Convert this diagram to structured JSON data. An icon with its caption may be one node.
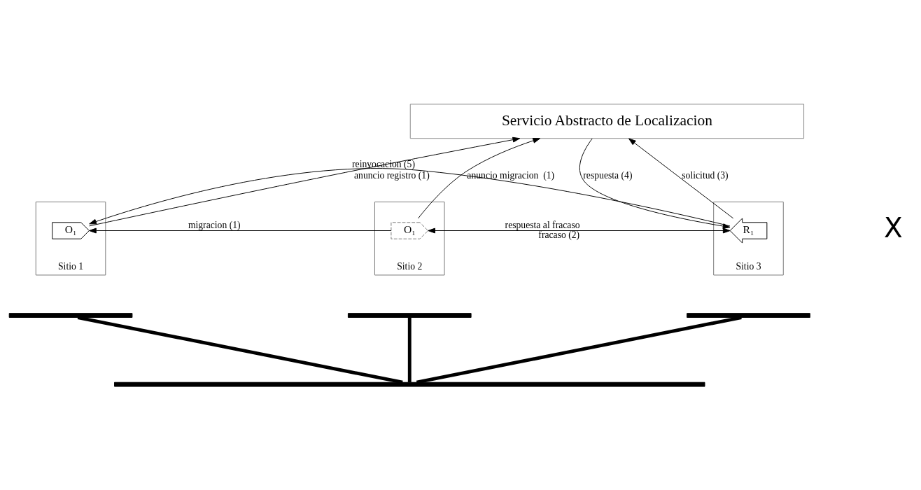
{
  "diagram": {
    "nodes": [
      {
        "text": [
          "Servicio Abstracto de Localizacion"
        ]
      },
      {
        "text": [
          "Sitio 1"
        ]
      },
      {
        "text": [
          "O₁"
        ],
        "in": 1
      },
      {
        "text": [
          "Sitio 2"
        ]
      },
      {
        "text": [
          "O₁"
        ],
        "in": 3
      },
      {
        "text": [
          "Sitio 3"
        ]
      },
      {
        "text": [
          "R₁"
        ],
        "in": 5
      },
      {
        "text": [],
        "shape": "bar"
      },
      {
        "text": [],
        "shape": "bar"
      },
      {
        "text": [],
        "shape": "bar"
      },
      {
        "text": [],
        "shape": "bar"
      }
    ],
    "edges": [
      {
        "from": 2,
        "to": 0,
        "arrow": "to",
        "label": "anuncio registro (1)"
      },
      {
        "from": 4,
        "to": 0,
        "arrow": "to",
        "label": "anuncio migracion  (1)"
      },
      {
        "from": 0,
        "to": 6,
        "arrow": "to",
        "label": "respuesta (4)"
      },
      {
        "from": 6,
        "to": 0,
        "arrow": "to",
        "label": "solicitud (3)"
      },
      {
        "from": 6,
        "to": 2,
        "arrow": "to",
        "label": "reinvocacion (5)"
      },
      {
        "from": 4,
        "to": 2,
        "arrow": "to",
        "label": "migracion (1)"
      },
      {
        "from": 6,
        "to": 4,
        "arrow": "to",
        "label": "fracaso (2)"
      },
      {
        "from": 4,
        "to": 6,
        "arrow": "to",
        "label": "respuesta al fracaso"
      },
      {
        "from": 7,
        "to": 10,
        "arrow": "none",
        "style": "thick"
      },
      {
        "from": 8,
        "to": 10,
        "arrow": "none",
        "style": "thick"
      },
      {
        "from": 9,
        "to": 10,
        "arrow": "none",
        "style": "thick"
      }
    ],
    "labels": [
      "X"
    ]
  }
}
